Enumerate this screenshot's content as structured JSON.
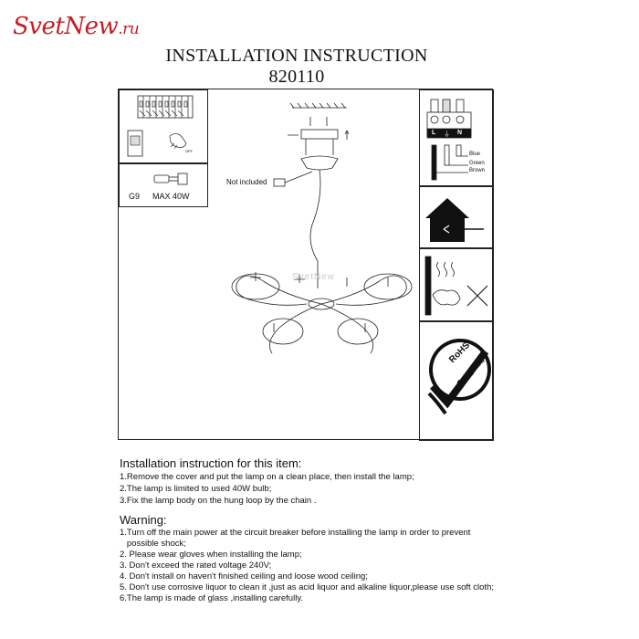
{
  "logo": {
    "text": "SvetNew",
    "suffix": ".ru",
    "color": "#c41e24"
  },
  "header": {
    "title": "INSTALLATION INSTRUCTION",
    "model": "820110"
  },
  "bulb": {
    "base": "G9",
    "max_power": "MAX  40W"
  },
  "diagram": {
    "not_included": "Not included",
    "watermark": "SvetNew"
  },
  "wiring": {
    "terminals": [
      "L",
      "⏚",
      "N"
    ],
    "wires": [
      "Blue",
      "Green",
      "Brown"
    ]
  },
  "rohs": {
    "top": "RoHS",
    "bottom": "Compliant"
  },
  "instructions": {
    "heading": "Installation instruction for this item:",
    "steps": [
      "1.Remove the cover and put the lamp on a clean place, then install the lamp;",
      "2.The lamp is limited to used  40W bulb;",
      "3.Fix the lamp body on the  hung loop by the chain ."
    ]
  },
  "warning": {
    "heading": "Warning:",
    "lines": [
      "1.Turn off the main power at the circuit breaker before installing the lamp in order to prevent",
      "   possible shock;",
      "2. Please wear gloves when installing the lamp;",
      "3. Don't exceed the rated voltage 240V;",
      "4. Don't install on haven't finished ceiling and loose wood ceiling;",
      "5. Don't use corrosive liquor to clean it ,just as acid liquor and alkaline liquor,please use soft cloth;",
      "6.The lamp is made of  glass ,installing carefully."
    ]
  }
}
